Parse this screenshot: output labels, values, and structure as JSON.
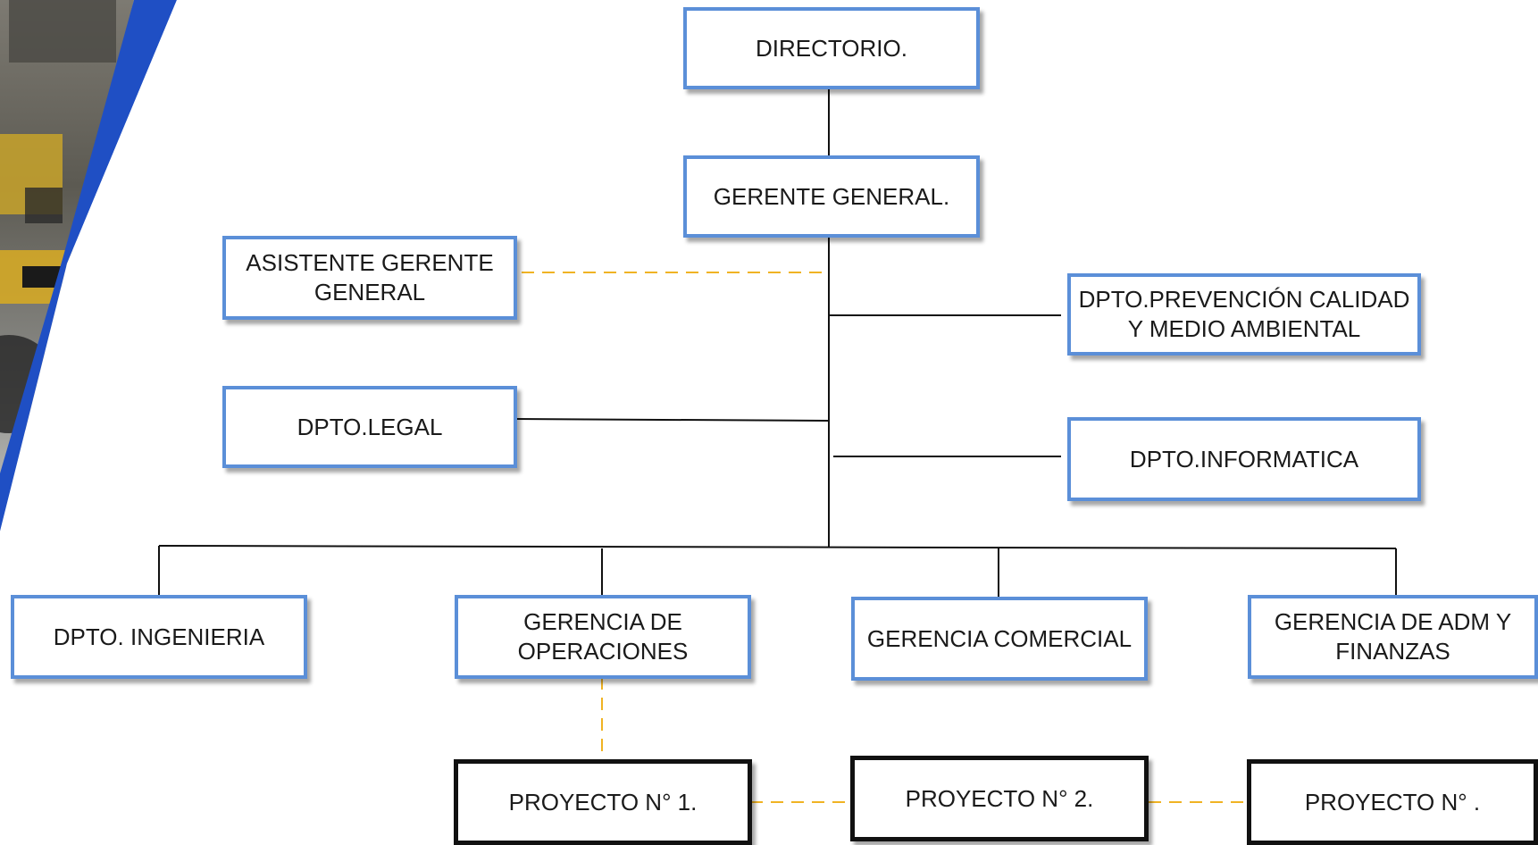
{
  "org_chart": {
    "nodes": {
      "directorio": "DIRECTORIO.",
      "gerente_general": "GERENTE GENERAL.",
      "asistente": [
        "ASISTENTE GERENTE",
        "GENERAL"
      ],
      "prevencion": [
        "DPTO.PREVENCIÓN CALIDAD",
        "Y MEDIO AMBIENTAL"
      ],
      "legal": "DPTO.LEGAL",
      "informatica": "DPTO.INFORMATICA",
      "ingenieria": "DPTO. INGENIERIA",
      "operaciones": [
        "GERENCIA DE",
        "OPERACIONES"
      ],
      "comercial": "GERENCIA COMERCIAL",
      "adm_finanzas": [
        "GERENCIA DE ADM Y",
        "FINANZAS"
      ],
      "proyecto_1": "PROYECTO N° 1.",
      "proyecto_2": "PROYECTO N° 2.",
      "proyecto_3": "PROYECTO N° ."
    },
    "colors": {
      "box_border": "#5b8fd8",
      "project_border": "#111111",
      "solid_line": "#111111",
      "dashed_line": "#f0b323",
      "accent_blue": "#1f4fc4"
    }
  }
}
